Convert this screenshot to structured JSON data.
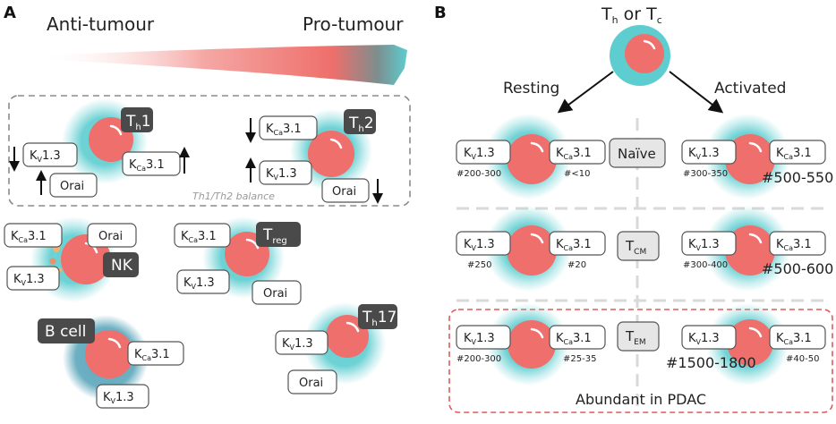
{
  "panel_a": {
    "letter": "A",
    "anti_label": "Anti-tumour",
    "pro_label": "Pro-tumour",
    "balance_label": "Th1/Th2 balance",
    "th1": {
      "main": "T",
      "sub": "h",
      "suf": "1",
      "kv": "1.3",
      "kca": "3.1",
      "orai": "Orai",
      "kv_arrow": "down",
      "orai_arrow": "up",
      "kca_arrow": "up"
    },
    "th2": {
      "main": "T",
      "sub": "h",
      "suf": "2",
      "kca": "3.1",
      "kv": "1.3",
      "orai": "Orai",
      "kca_arrow": "down",
      "kv_arrow": "up",
      "orai_arrow": "down"
    },
    "nk": {
      "label": "NK",
      "kca": "3.1",
      "orai": "Orai",
      "kv": "1.3"
    },
    "treg": {
      "main": "T",
      "sub": "reg",
      "kca": "3.1",
      "kv": "1.3",
      "orai": "Orai"
    },
    "bcell": {
      "label": "B cell",
      "kca": "3.1",
      "kv": "1.3"
    },
    "th17": {
      "main": "T",
      "sub": "h",
      "suf": "17",
      "kv": "1.3",
      "orai": "Orai"
    },
    "k": "K",
    "sub_v": "V",
    "sub_ca": "Ca"
  },
  "panel_b": {
    "letter": "B",
    "title_main1": "T",
    "title_sub1": "h",
    "title_or": " or T",
    "title_sub2": "c",
    "resting": "Resting",
    "activated": "Activated",
    "abundant": "Abundant in PDAC",
    "rows": [
      {
        "label": "Naïve",
        "label_main": "Naïve",
        "label_sub": "",
        "rest_kv": "#200-300",
        "rest_kca": "#<10",
        "act_kv": "#300-350",
        "act_kca": "#500-550"
      },
      {
        "label": "TCM",
        "label_main": "T",
        "label_sub": "CM",
        "rest_kv": "#250",
        "rest_kca": "#20",
        "act_kv": "#300-400",
        "act_kca": "#500-600"
      },
      {
        "label": "TEM",
        "label_main": "T",
        "label_sub": "EM",
        "rest_kv": "#200-300",
        "rest_kca": "#25-35",
        "act_kv": "#1500-1800",
        "act_kca": "#40-50"
      }
    ],
    "kv_num": "1.3",
    "kca_num": "3.1"
  },
  "colors": {
    "teal": "#5ECDD0",
    "nucleus": "#EE6F6B",
    "dark_label": "#4A4A4A",
    "naive_box": "#E6E6E6",
    "pdac_box": "#E05A5A",
    "bcell": "#5DA7BC"
  }
}
